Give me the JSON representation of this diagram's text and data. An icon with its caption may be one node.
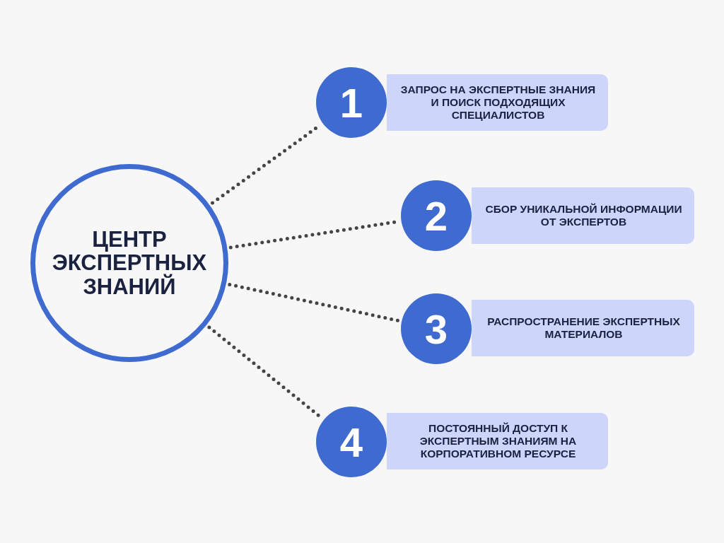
{
  "diagram": {
    "nodes": [
      {
        "text": [
          "ЦЕНТР ЭКСПЕРТНЫХ ЗНАНИЙ"
        ]
      },
      {
        "text": [
          "1"
        ]
      },
      {
        "text": [
          "ЗАПРОС НА ЭКСПЕРТНЫЕ ЗНАНИЯ И ПОИСК ПОДХОДЯЩИХ СПЕЦИАЛИСТОВ"
        ]
      },
      {
        "text": [
          "2"
        ]
      },
      {
        "text": [
          "СБОР УНИКАЛЬНОЙ ИНФОРМАЦИИ ОТ ЭКСПЕРТОВ"
        ]
      },
      {
        "text": [
          "3"
        ]
      },
      {
        "text": [
          "РАСПРОСТРАНЕНИЕ ЭКСПЕРТНЫХ МАТЕРИАЛОВ"
        ]
      },
      {
        "text": [
          "4"
        ]
      },
      {
        "text": [
          "ПОСТОЯННЫЙ ДОСТУП К ЭКСПЕРТНЫМ ЗНАНИЯМ НА КОРПОРАТИВНОМ РЕСУРСЕ"
        ]
      }
    ],
    "edges": [
      {
        "from": 0,
        "to": 1,
        "arrow": "none"
      },
      {
        "from": 0,
        "to": 3,
        "arrow": "none"
      },
      {
        "from": 0,
        "to": 5,
        "arrow": "none"
      },
      {
        "from": 0,
        "to": 7,
        "arrow": "none"
      }
    ]
  }
}
